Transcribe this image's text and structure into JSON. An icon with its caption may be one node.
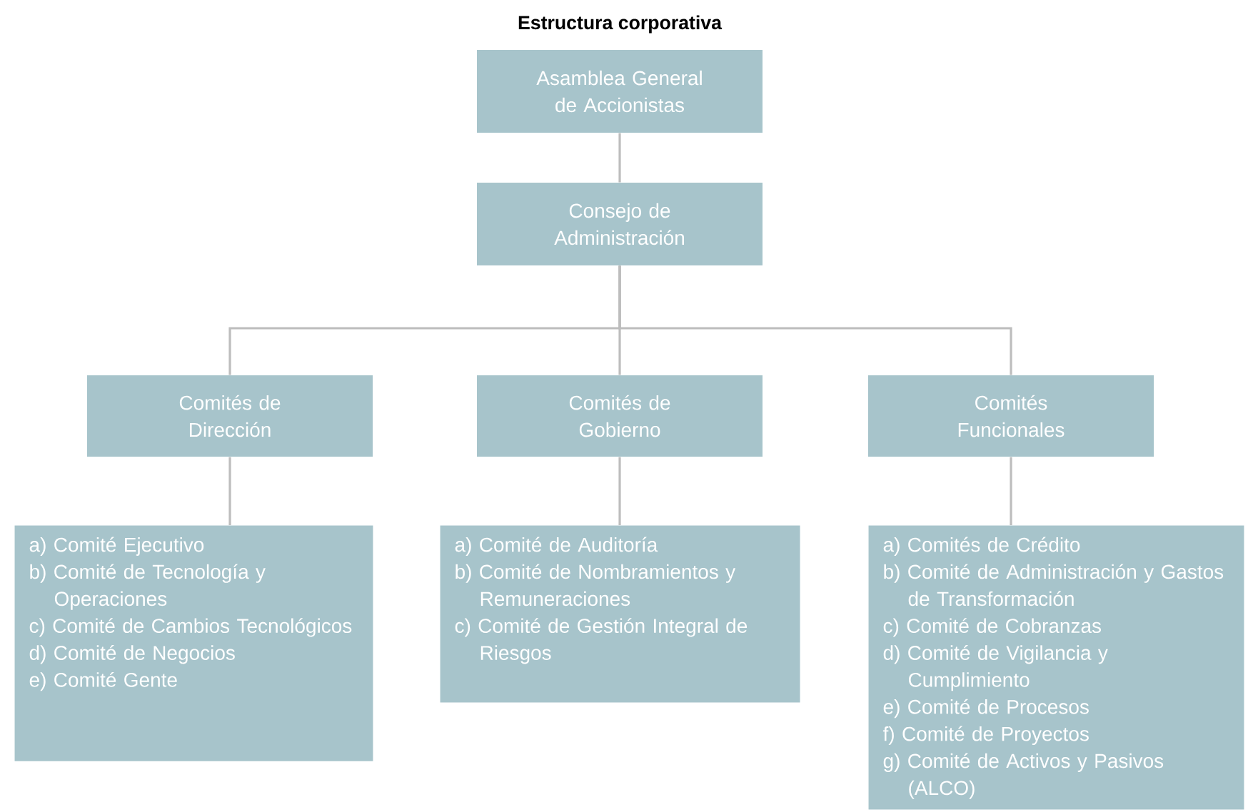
{
  "diagram": {
    "title": "Estructura corporativa",
    "nodes": [
      {
        "text": [
          "Asamblea General de Accionistas"
        ]
      },
      {
        "text": [
          "Consejo de Administración"
        ]
      },
      {
        "text": [
          "Comités de Dirección"
        ]
      },
      {
        "text": [
          "Comités de Gobierno"
        ]
      },
      {
        "text": [
          "Comités Funcionales"
        ]
      },
      {
        "text": [
          "a) Comité Ejecutivo",
          "b) Comité de Tecnología y Operaciones",
          "c) Comité de Cambios Tecnológicos",
          "d) Comité de Negocios",
          "e) Comité Gente"
        ]
      },
      {
        "text": [
          "a) Comité de Auditoría",
          "b) Comité de Nombramientos y Remuneraciones",
          "c) Comité de Gestión Integral de Riesgos"
        ]
      },
      {
        "text": [
          "a) Comités de Crédito",
          "b) Comité de Administración y Gastos de Transformación",
          "c) Comité de Cobranzas",
          "d) Comité de Vigilancia y Cumplimiento",
          "e) Comité de Procesos",
          "f) Comité de Proyectos",
          "g) Comité de Activos y Pasivos (ALCO)"
        ]
      }
    ],
    "edges": [
      {
        "from": 0,
        "to": 1,
        "arrow": "none"
      },
      {
        "from": 1,
        "to": 2,
        "arrow": "none"
      },
      {
        "from": 1,
        "to": 3,
        "arrow": "none"
      },
      {
        "from": 1,
        "to": 4,
        "arrow": "none"
      },
      {
        "from": 2,
        "to": 5,
        "arrow": "none"
      },
      {
        "from": 3,
        "to": 6,
        "arrow": "none"
      },
      {
        "from": 4,
        "to": 7,
        "arrow": "none"
      }
    ]
  }
}
